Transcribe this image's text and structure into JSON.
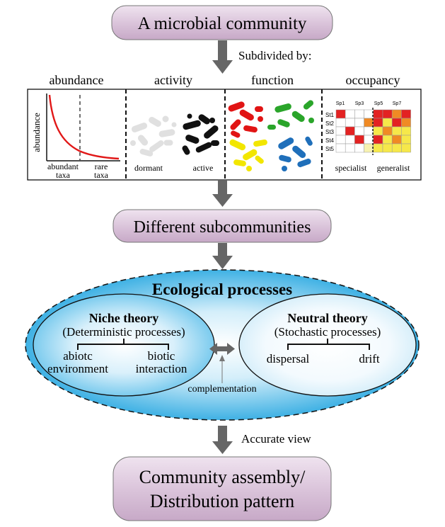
{
  "top_box": {
    "label": "A  microbial community"
  },
  "subdivided_label": "Subdivided by:",
  "panels": {
    "abundance": {
      "title": "abundance",
      "ylabel": "abundance",
      "left_label_1": "abundant",
      "left_label_2": "taxa",
      "right_label_1": "rare",
      "right_label_2": "taxa"
    },
    "activity": {
      "title": "activity",
      "left_label": "dormant",
      "right_label": "active"
    },
    "function": {
      "title": "function"
    },
    "occupancy": {
      "title": "occupancy",
      "columns": [
        "Sp1",
        "Sp3",
        "Sp5",
        "Sp7"
      ],
      "rows": [
        "St1",
        "St2",
        "St3",
        "St4",
        "St5"
      ],
      "left_label": "specialist",
      "right_label": "generalist"
    }
  },
  "middle_box": {
    "label": "Different subcommunities"
  },
  "ecological": {
    "title": "Ecological processes",
    "niche": {
      "title": "Niche theory",
      "subtitle": "(Deterministic processes)",
      "leaf1_line1": "abiotc",
      "leaf1_line2": "environment",
      "leaf2_line1": "biotic",
      "leaf2_line2": "interaction"
    },
    "neutral": {
      "title": "Neutral theory",
      "subtitle": "(Stochastic processes)",
      "leaf1": "dispersal",
      "leaf2": "drift"
    },
    "complementation": "complementation"
  },
  "accurate_label": "Accurate view",
  "bottom_box": {
    "line1": "Community assembly/",
    "line2": "Distribution pattern"
  },
  "colors": {
    "box_fill": "#dcc6dc",
    "box_stroke": "#555555",
    "arrow": "#666666",
    "curve": "#e11818",
    "red": "#e11414",
    "green": "#2aa52a",
    "yellow": "#f2e600",
    "blue": "#1f6fba"
  }
}
